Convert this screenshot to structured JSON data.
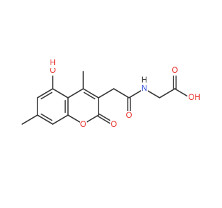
{
  "molecule": {
    "atom_labels": {
      "hydroxyl_oxygen": "O",
      "hydroxyl_hydrogen": "H",
      "ring_oxygen": "O",
      "lactone_carbonyl_oxygen": "O",
      "amide_oxygen": "O",
      "amide_nitrogen": "N",
      "amide_hydrogen": "H",
      "acid_carbonyl_oxygen": "O",
      "acid_hydroxyl": "OH"
    },
    "colors": {
      "bond": "#3a3a3a",
      "oxygen": "#e8322c",
      "nitrogen": "#2b4bd6",
      "hydrogen_on_heteroatom": "#3a3a3a",
      "background": "#ffffff"
    }
  }
}
